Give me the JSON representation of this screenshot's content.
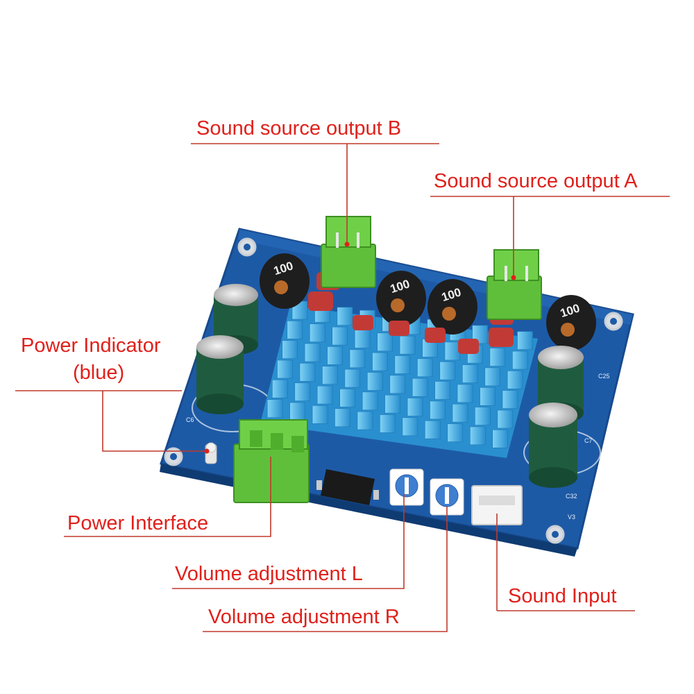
{
  "colors": {
    "label": "#e0201b",
    "leader": "#c0392b",
    "board": "#1d5aa6",
    "heatsink": "#3aa6dd",
    "terminal": "#5fbf3a",
    "inductor": "#1e1e1e",
    "capacitor": "#1f5c3f",
    "film_cap": "#c23a36"
  },
  "labels": {
    "sound_output_b": "Sound source output B",
    "sound_output_a": "Sound source output A",
    "power_indicator_line1": "Power Indicator",
    "power_indicator_line2": "(blue)",
    "power_interface": "Power Interface",
    "volume_l": "Volume adjustment L",
    "volume_r": "Volume adjustment R",
    "sound_input": "Sound Input"
  },
  "board": {
    "inductor_value": "100",
    "silk": {
      "c6": "C6",
      "c7": "C7",
      "c25": "C25",
      "c32": "C32",
      "v3": "V3"
    }
  }
}
